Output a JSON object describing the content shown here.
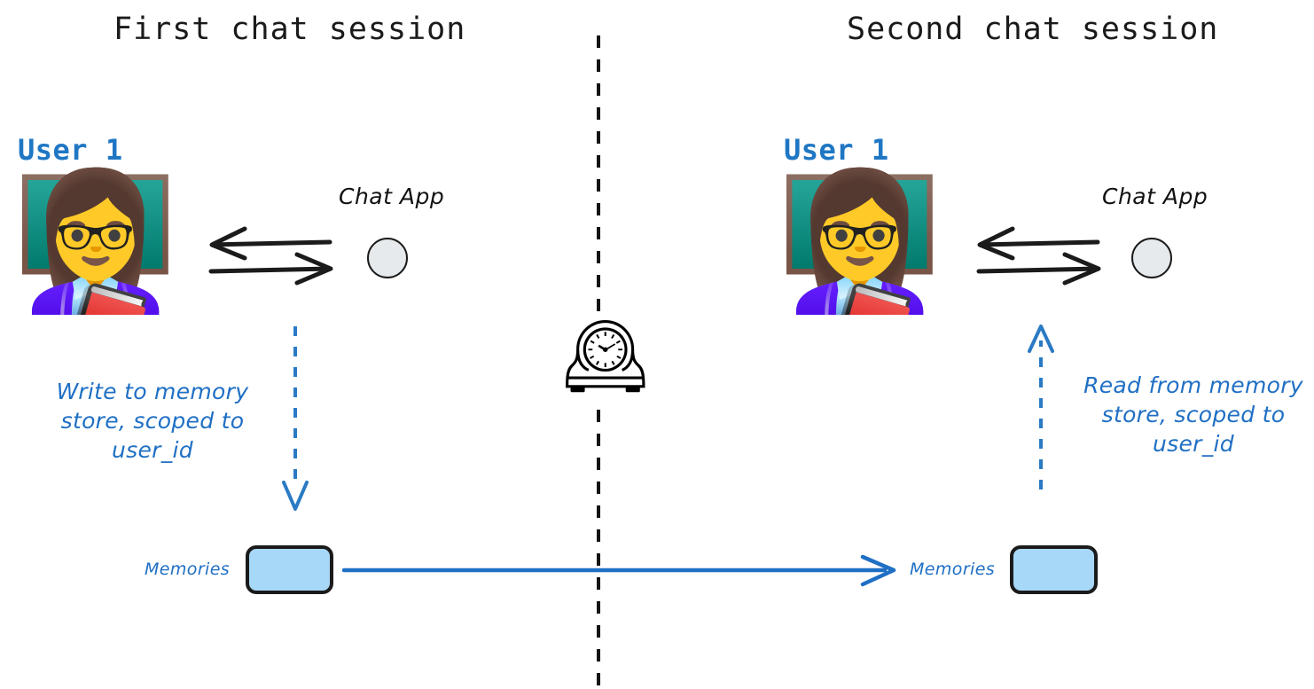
{
  "page": {
    "background_color": "#ffffff",
    "accent_blue": "#1f6fc4",
    "memory_fill": "#a8d8f8",
    "node_fill": "#e7eaec",
    "stroke_black": "#1b1b1b"
  },
  "divider": {
    "name": "session-divider",
    "style": "dashed-vertical"
  },
  "clock": {
    "icon": "clock-icon",
    "glyph": "🕰"
  },
  "sessions": [
    {
      "id": "first",
      "title": "First chat session",
      "user_label": "User 1",
      "avatar_icon": "teacher-avatar-icon",
      "avatar_glyph": "👩‍🏫",
      "chat_app_label": "Chat App",
      "memories_label": "Memories",
      "annotation": "Write to memory store, scoped to user_id",
      "annotation_lines": [
        "Write to memory",
        "store, scoped to",
        "user_id"
      ],
      "flow_direction": "down",
      "exchange_arrows": [
        "left",
        "right"
      ]
    },
    {
      "id": "second",
      "title": "Second chat session",
      "user_label": "User 1",
      "avatar_icon": "teacher-avatar-icon",
      "avatar_glyph": "👩‍🏫",
      "chat_app_label": "Chat App",
      "memories_label": "Memories",
      "annotation": "Read from memory store, scoped to user_id",
      "annotation_lines": [
        "Read from memory",
        "store, scoped to",
        "user_id"
      ],
      "flow_direction": "up",
      "exchange_arrows": [
        "left",
        "right"
      ]
    }
  ],
  "persistence_arrow": {
    "name": "memory-persistence-arrow",
    "direction": "right",
    "color": "#1f6fc4"
  }
}
